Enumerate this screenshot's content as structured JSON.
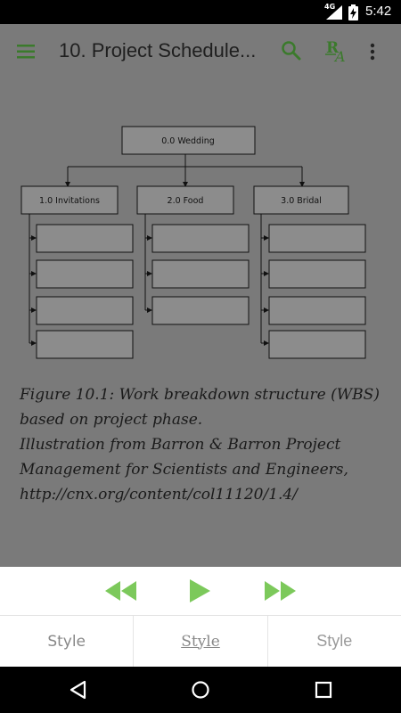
{
  "status": {
    "network": "4G",
    "time": "5:42"
  },
  "toolbar": {
    "title": "10. Project Schedule...",
    "icons": [
      "menu-icon",
      "search-icon",
      "font-size-icon",
      "more-vert-icon"
    ],
    "accent_color": "#3b7a2c"
  },
  "figure": {
    "root": "0.0 Wedding",
    "branches": [
      "1.0 Invitations",
      "2.0 Food",
      "3.0 Bridal"
    ],
    "caption_lines": [
      "Figure 10.1: Work breakdown structure (WBS)",
      "based on project phase.",
      "Illustration from Barron & Barron Project",
      "Management for Scientists and Engineers,",
      "http://cnx.org/content/col11120/1.4/"
    ]
  },
  "player": {
    "icons": [
      "rewind-icon",
      "play-icon",
      "fast-forward-icon"
    ],
    "color": "#7cc95b"
  },
  "style_bar": {
    "tabs": [
      "Style",
      "Style",
      "Style"
    ]
  },
  "nav_bar": {
    "icons": [
      "back-icon",
      "home-icon",
      "recents-icon"
    ]
  }
}
